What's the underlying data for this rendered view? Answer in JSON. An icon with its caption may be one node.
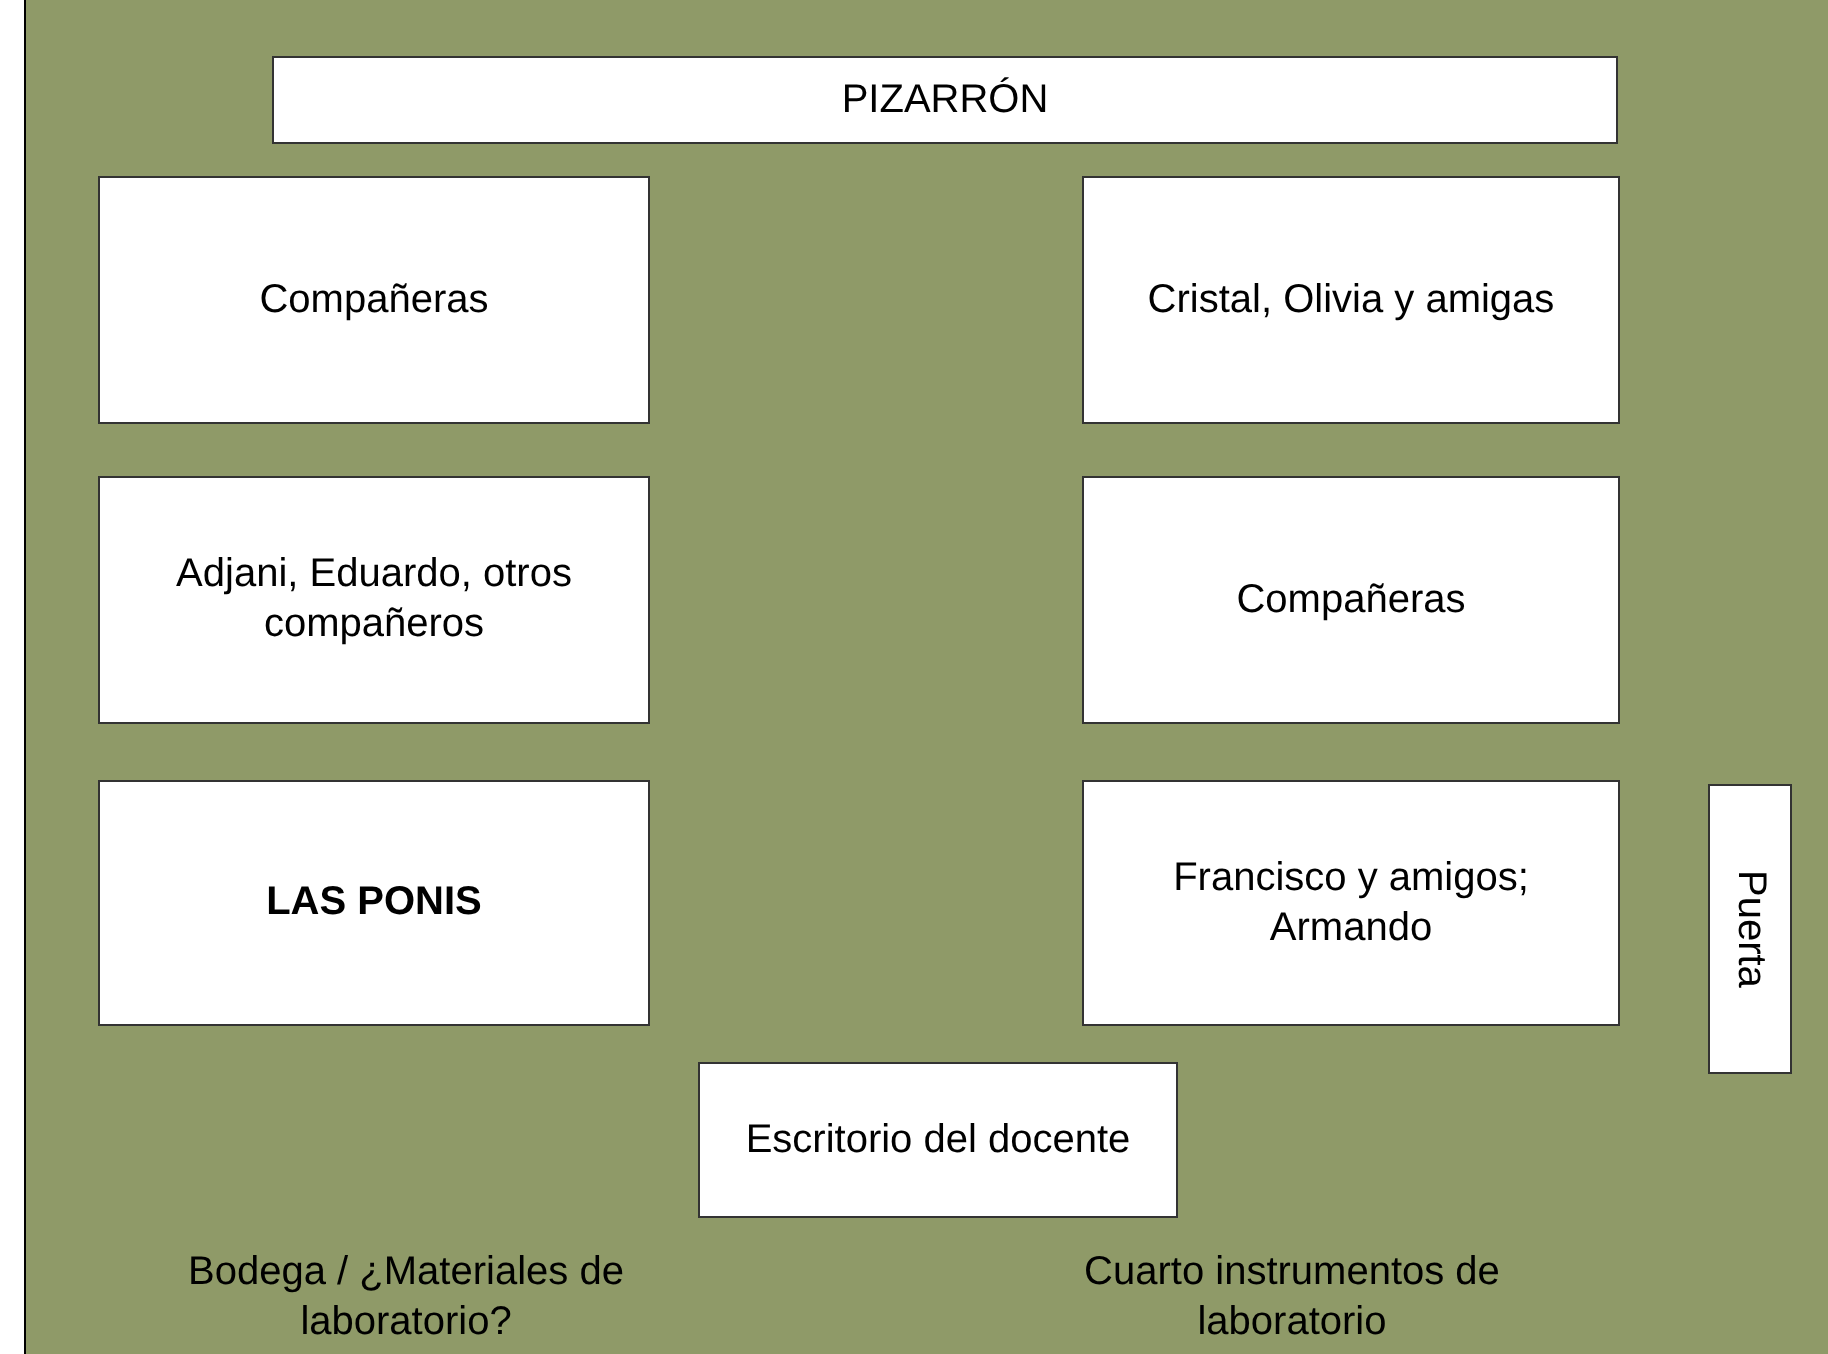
{
  "diagram": {
    "nodes": [
      {
        "text": [
          "PIZARRÓN"
        ]
      },
      {
        "text": [
          "Compañeras"
        ]
      },
      {
        "text": [
          "Cristal, Olivia y amigas"
        ]
      },
      {
        "text": [
          "Adjani, Eduardo, otros compañeros"
        ]
      },
      {
        "text": [
          "Compañeras"
        ]
      },
      {
        "text": [
          "LAS PONIS"
        ]
      },
      {
        "text": [
          "Francisco y amigos; Armando"
        ]
      },
      {
        "text": [
          "Puerta"
        ]
      },
      {
        "text": [
          "Escritorio del docente"
        ]
      }
    ],
    "labels": [
      "Bodega / ¿Materiales de laboratorio?",
      "Cuarto instrumentos de laboratorio"
    ]
  }
}
